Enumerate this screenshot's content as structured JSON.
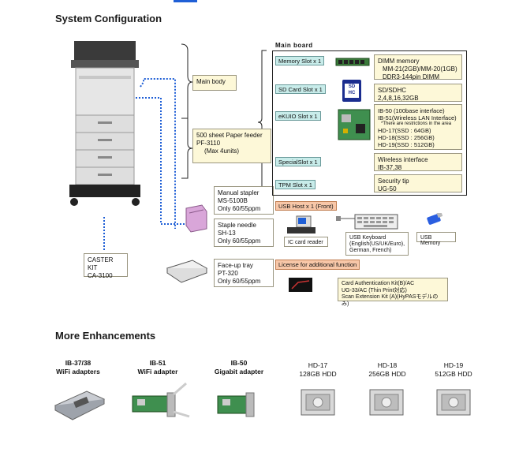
{
  "titles": {
    "system": "System Configuration",
    "more": "More Enhancements"
  },
  "main_body": "Main body",
  "paper_feeder": [
    "500 sheet Paper feeder",
    "PF-3110",
    "(Max 4units)"
  ],
  "caster": [
    "CASTER KIT",
    "CA-3100"
  ],
  "manual_stapler": [
    "Manual stapler",
    "MS-5100B",
    "Only 60/55ppm"
  ],
  "staple_needle": [
    "Staple needle",
    "SH-13",
    "Only 60/55ppm"
  ],
  "faceup": [
    "Face-up tray",
    "PT-320",
    "Only 60/55ppm"
  ],
  "mainboard": {
    "title": "Main board",
    "slots": [
      "Memory Slot x 1",
      "SD Card Slot x 1",
      "eKUIO Slot x 1",
      "SpecialSlot x 1",
      "TPM Slot x 1"
    ],
    "memory": [
      "DIMM memory",
      "MM-21(2GB)/MM-20(1GB)",
      "DDR3-144pin DIMM"
    ],
    "sd": [
      "SD/SDHC",
      "2,4,8,16,32GB"
    ],
    "sd_icon": [
      "SD",
      "HC"
    ],
    "ekuio": [
      "IB-50 (100base interface)",
      "IB-51(Wireless LAN Interface)",
      "*There are restrictions in the area",
      "HD-17(SSD : 64GB)",
      "HD-18(SSD : 256GB)",
      "HD-19(SSD : 512GB)"
    ],
    "special": [
      "Wireless interface",
      "IB-37,38"
    ],
    "tpm": [
      "Security tip",
      "UG-50"
    ]
  },
  "usb_host": "USB Host x 1 (Front)",
  "ic_card": "IC card reader",
  "usb_keyboard": [
    "USB Keyboard",
    "(English(US/UK/Euro),",
    "German, French)"
  ],
  "usb_memory": "USB Memory",
  "license": "License for additional function",
  "card_auth": [
    "Card Authentication Kit(B)/AC",
    "UG-33/AC (Thin Print対応)",
    "Scan Extension Kit (A)(HyPASモデルのみ)"
  ],
  "enhancements": [
    {
      "line1": "IB-37/38",
      "line2": "WiFi adapters"
    },
    {
      "line1": "IB-51",
      "line2": "WiFi adapter"
    },
    {
      "line1": "IB-50",
      "line2": "Gigabit adapter"
    },
    {
      "line1": "HD-17",
      "line2": "128GB HDD"
    },
    {
      "line1": "HD-18",
      "line2": "256GB HDD"
    },
    {
      "line1": "HD-19",
      "line2": "512GB HDD"
    }
  ],
  "colors": {
    "accent": "#1f5fd6",
    "callout": "#fdf8d8",
    "slot": "#c8ecea",
    "usb": "#f8c7a8"
  }
}
